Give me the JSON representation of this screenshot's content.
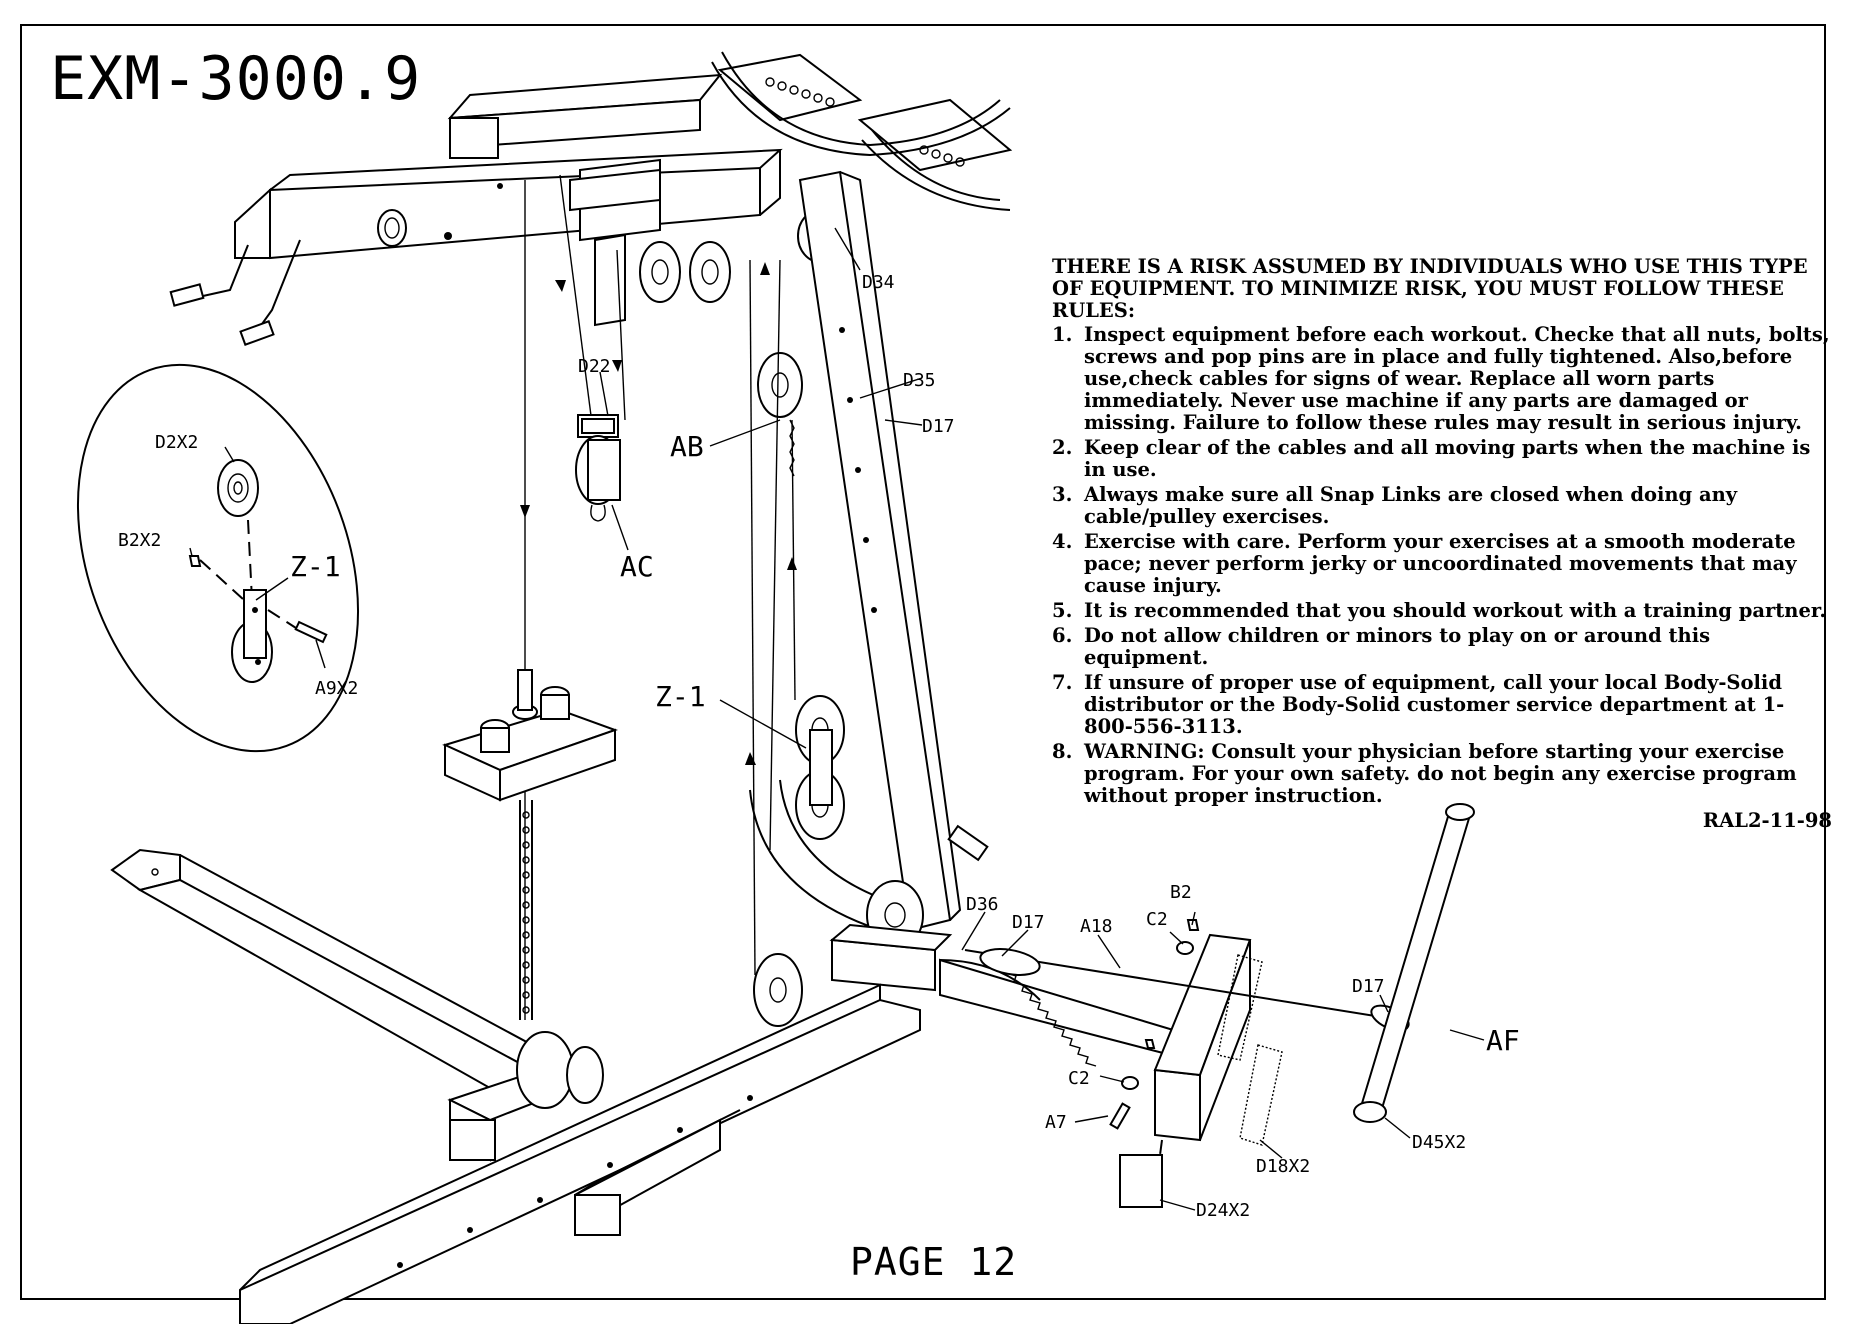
{
  "document": {
    "model": "EXM-3000.9",
    "page": "PAGE 12"
  },
  "warning": {
    "header": "THERE IS A RISK ASSUMED BY INDIVIDUALS WHO USE THIS TYPE OF EQUIPMENT. TO MINIMIZE RISK, YOU MUST FOLLOW THESE RULES:",
    "rules": [
      {
        "num": "1.",
        "text": "Inspect equipment before each workout. Checke that all nuts, bolts, screws and pop pins are in place and fully tightened. Also,before use,check cables for signs of wear. Replace all worn parts immediately. Never use machine if any parts are damaged or missing. Failure to follow these rules may result in serious injury."
      },
      {
        "num": "2.",
        "text": "Keep clear of the cables and all moving parts when the machine is in use."
      },
      {
        "num": "3.",
        "text": "Always make sure all Snap Links are closed when doing any cable/pulley exercises."
      },
      {
        "num": "4.",
        "text": "Exercise with care. Perform your exercises at a smooth moderate pace; never perform jerky or uncoordinated movements that may cause injury."
      },
      {
        "num": "5.",
        "text": "It is recommended that you should workout with a training partner."
      },
      {
        "num": "6.",
        "text": "Do not allow children or minors to play on or around this equipment."
      },
      {
        "num": "7.",
        "text": "If unsure of proper use of equipment, call your local Body-Solid distributor or the Body-Solid customer service department at 1-800-556-3113."
      },
      {
        "num": "8.",
        "text": "WARNING: Consult your physician before starting your exercise program. For your own safety. do not begin any exercise program without proper instruction."
      }
    ],
    "ref_code": "RAL2-11-98"
  },
  "labels": {
    "D34": "D34",
    "D22": "D22",
    "D35": "D35",
    "D17_top": "D17",
    "AB": "AB",
    "AC": "AC",
    "D2X2": "D2X2",
    "B2X2": "B2X2",
    "Z1_inset": "Z-1",
    "A9X2": "A9X2",
    "Z1_main": "Z-1",
    "D36": "D36",
    "D17_mid": "D17",
    "A18": "A18",
    "B2": "B2",
    "C2_top": "C2",
    "D17_right": "D17",
    "AF": "AF",
    "C2_bottom": "C2",
    "A7": "A7",
    "D18X2": "D18X2",
    "D45X2": "D45X2",
    "D24X2": "D24X2"
  }
}
